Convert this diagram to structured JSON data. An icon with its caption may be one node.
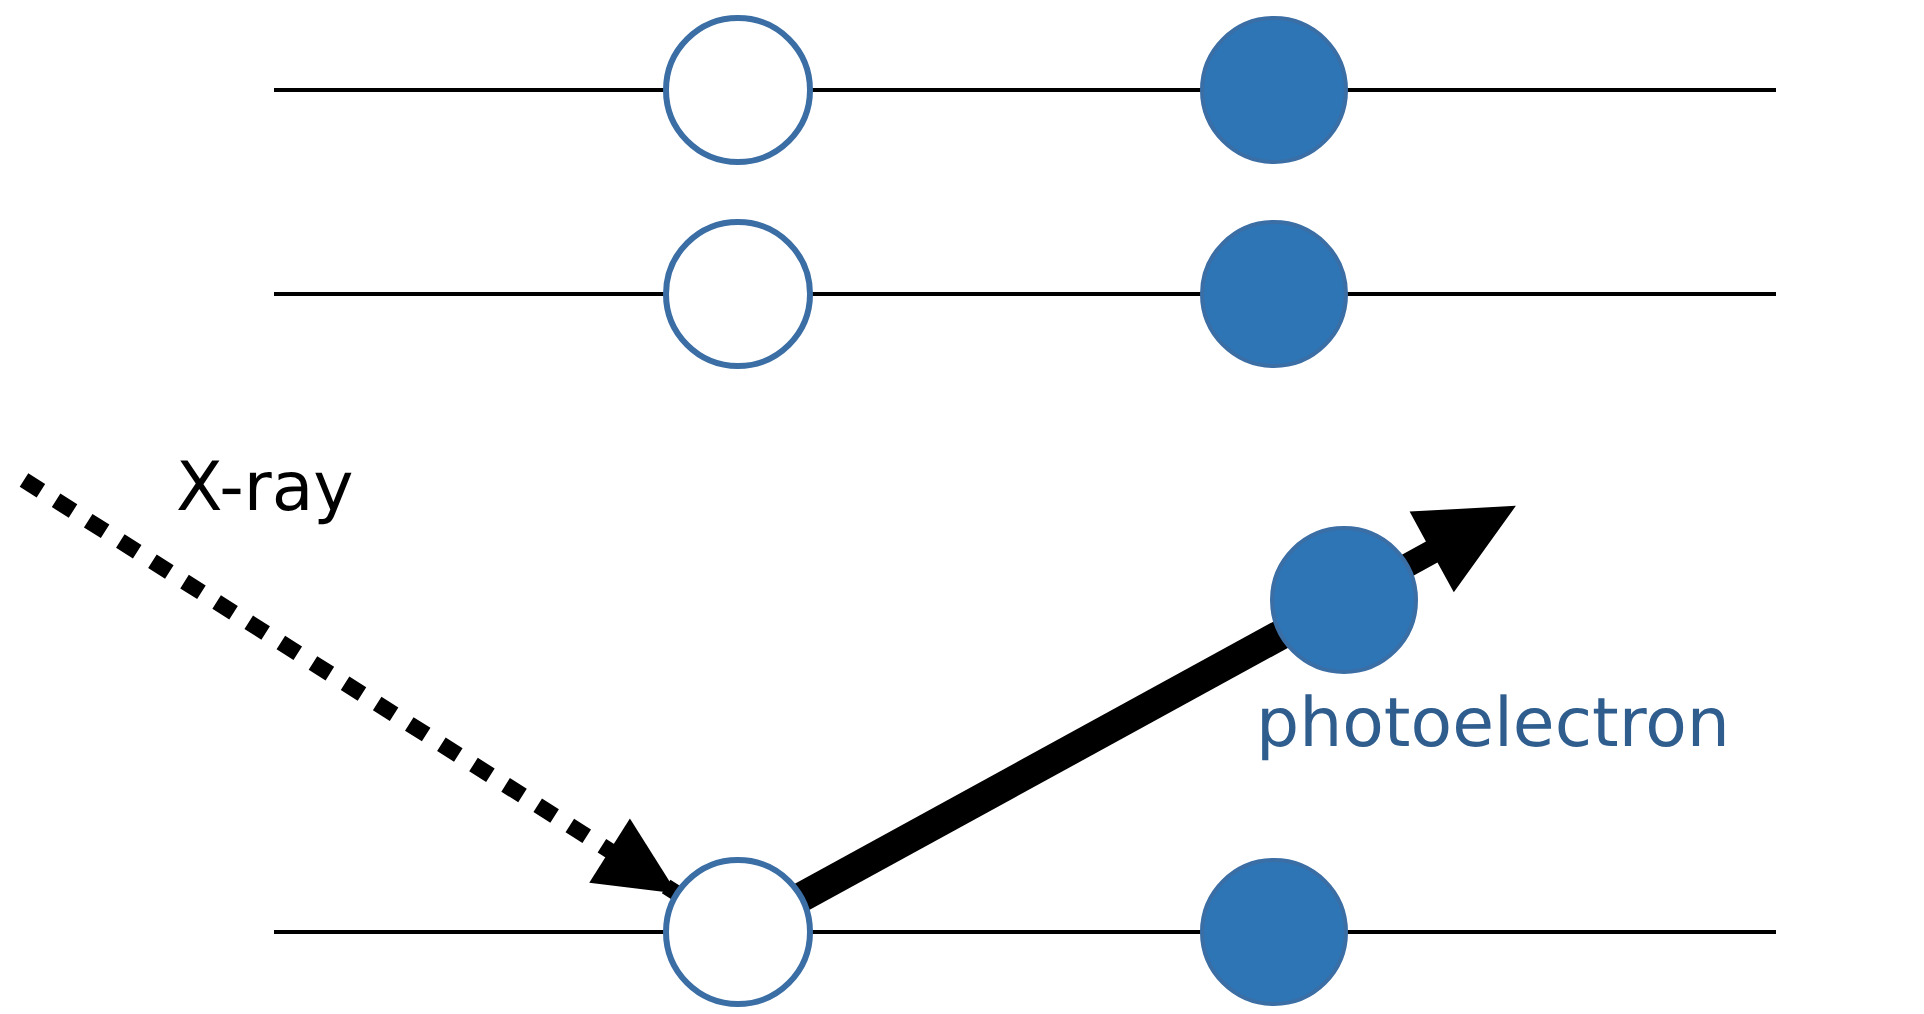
{
  "diagram": {
    "nodes": [
      {
        "text": [],
        "shape": "circle"
      },
      {
        "text": [],
        "shape": "dot"
      },
      {
        "text": [],
        "shape": "circle"
      },
      {
        "text": [],
        "shape": "dot"
      },
      {
        "text": [],
        "shape": "dot",
        "beside": [
          "photoelectron"
        ]
      },
      {
        "text": [],
        "shape": "circle"
      },
      {
        "text": [],
        "shape": "dot"
      }
    ],
    "edges": [
      {
        "from": null,
        "to": 5,
        "arrow": "to",
        "label": "X-ray",
        "style": "dashed"
      },
      {
        "from": 5,
        "to": 4,
        "arrow": "to",
        "style": "thick"
      }
    ]
  }
}
